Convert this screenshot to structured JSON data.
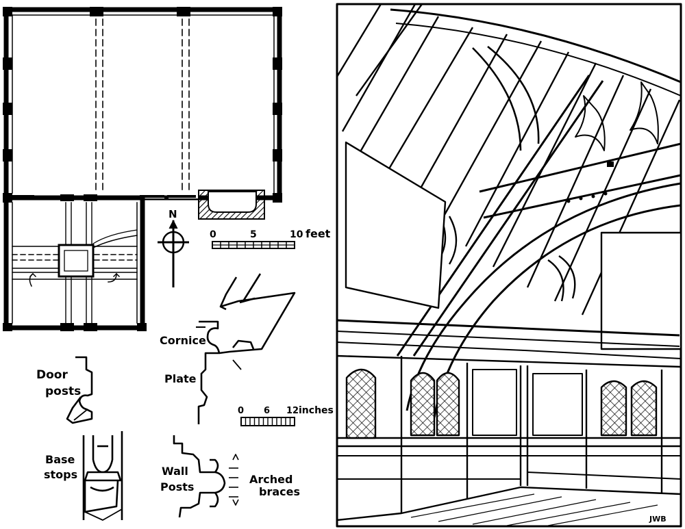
{
  "labels": {
    "north": "N",
    "scale_feet": {
      "ticks": [
        "0",
        "5",
        "10"
      ],
      "unit": "feet"
    },
    "scale_inches": {
      "ticks": [
        "0",
        "6",
        "12"
      ],
      "unit": "inches"
    },
    "cornice": "Cornice",
    "plate": "Plate",
    "door_line1": "Door",
    "door_line2": "posts",
    "base_line1": "Base",
    "base_line2": "stops",
    "wall_line1": "Wall",
    "wall_line2": "Posts",
    "arched_line1": "Arched",
    "arched_line2": "braces",
    "signature": "JWB"
  }
}
